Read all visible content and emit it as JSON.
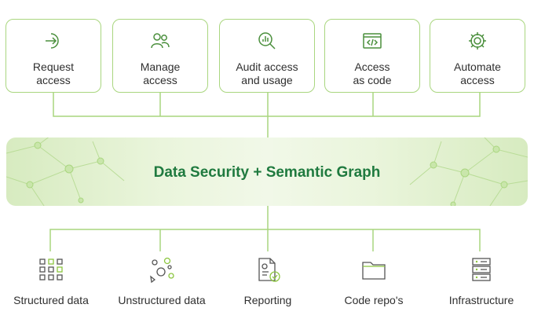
{
  "top_cards": [
    {
      "label": "Request\naccess",
      "icon": "login-arrow-icon"
    },
    {
      "label": "Manage\naccess",
      "icon": "users-icon"
    },
    {
      "label": "Audit access\nand usage",
      "icon": "magnifier-chart-icon"
    },
    {
      "label": "Access\nas code",
      "icon": "code-window-icon"
    },
    {
      "label": "Automate\naccess",
      "icon": "gear-icon"
    }
  ],
  "center": {
    "title": "Data Security + Semantic Graph"
  },
  "bottom_items": [
    {
      "label": "Structured data",
      "icon": "grid-icon"
    },
    {
      "label": "Unstructured data",
      "icon": "scattered-shapes-icon"
    },
    {
      "label": "Reporting",
      "icon": "report-check-icon"
    },
    {
      "label": "Code repo's",
      "icon": "folder-icon"
    },
    {
      "label": "Infrastructure",
      "icon": "server-icon"
    }
  ],
  "colors": {
    "accent_green": "#8cc63f",
    "line_green": "#a9d67f",
    "title_green": "#1f7a3f"
  }
}
